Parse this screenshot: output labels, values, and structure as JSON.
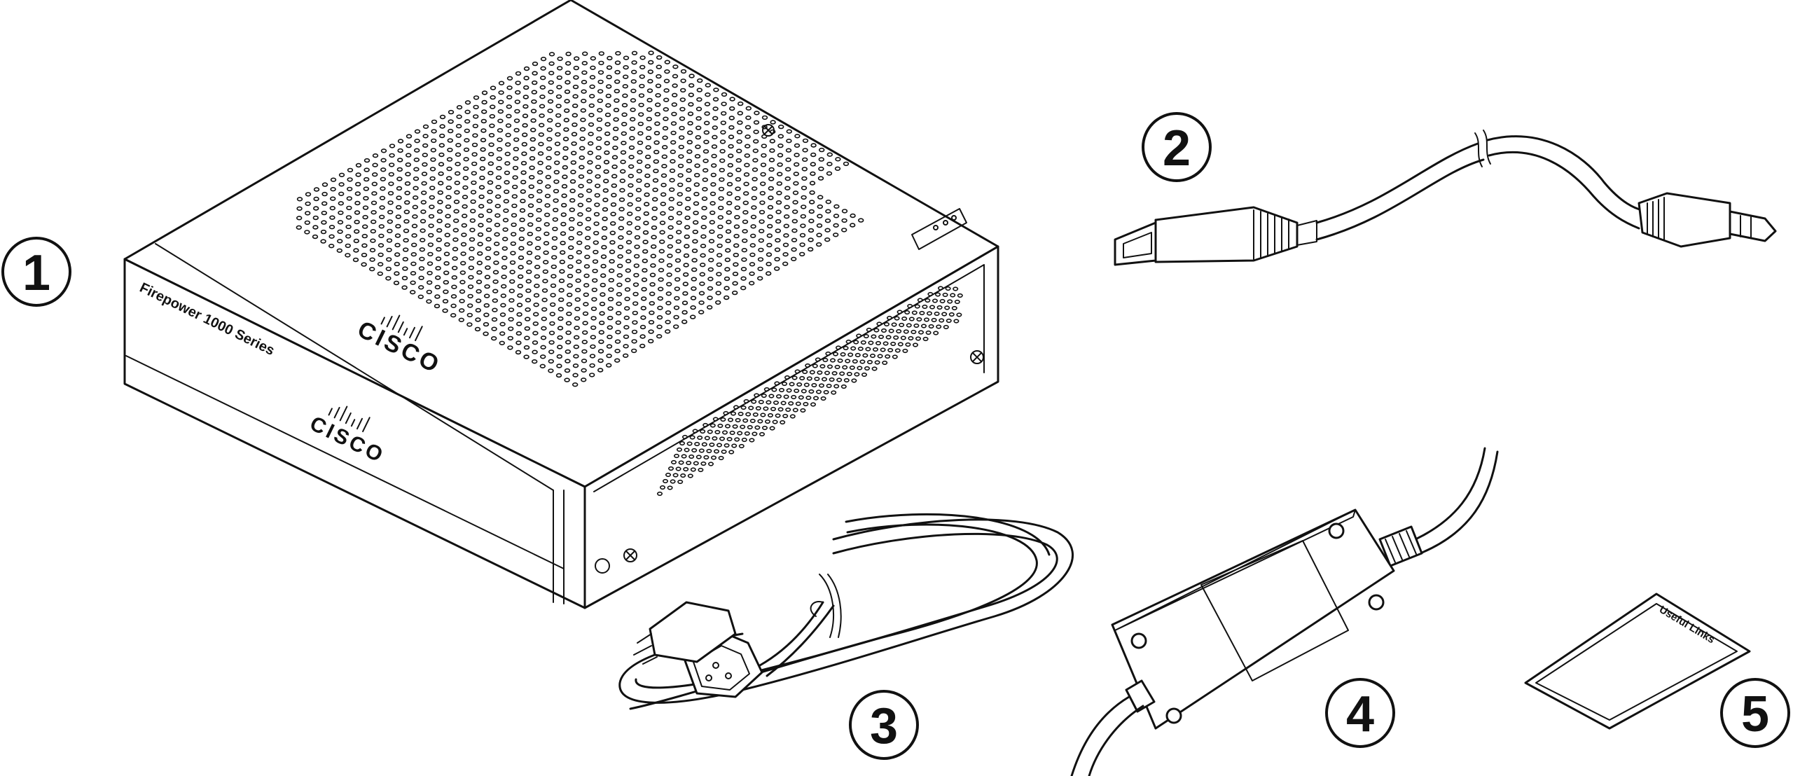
{
  "callouts": [
    {
      "number": "1"
    },
    {
      "number": "2"
    },
    {
      "number": "3"
    },
    {
      "number": "4"
    },
    {
      "number": "5"
    }
  ],
  "device": {
    "model_label": "Firepower 1000 Series",
    "top_logo_text": "CISCO",
    "front_logo_text": "CISCO"
  },
  "card": {
    "title": "Useful Links"
  },
  "icons": {
    "chassis": "firewall-chassis-icon",
    "usb_cable": "usb-console-cable-icon",
    "power_cord": "power-cord-icon",
    "power_adapter": "power-adapter-icon",
    "links_card": "useful-links-card-icon"
  }
}
